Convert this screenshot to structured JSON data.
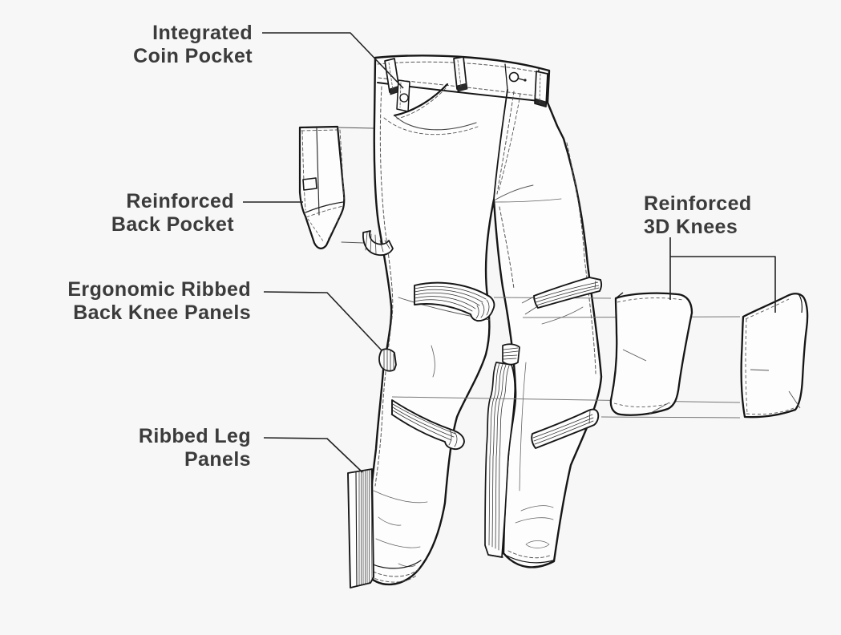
{
  "colors": {
    "background": "#f7f7f7",
    "label_text": "#3b3b3b",
    "outline": "#161616",
    "thin_line": "#777777"
  },
  "diagram": {
    "callouts": {
      "coin_pocket": {
        "line1": "Integrated",
        "line2": "Coin Pocket"
      },
      "back_pocket": {
        "line1": "Reinforced",
        "line2": "Back Pocket"
      },
      "back_knee": {
        "line1": "Ergonomic Ribbed",
        "line2": "Back Knee Panels"
      },
      "leg_panels": {
        "line1": "Ribbed Leg",
        "line2": "Panels"
      },
      "knees_3d": {
        "line1": "Reinforced",
        "line2": "3D Knees"
      }
    }
  }
}
